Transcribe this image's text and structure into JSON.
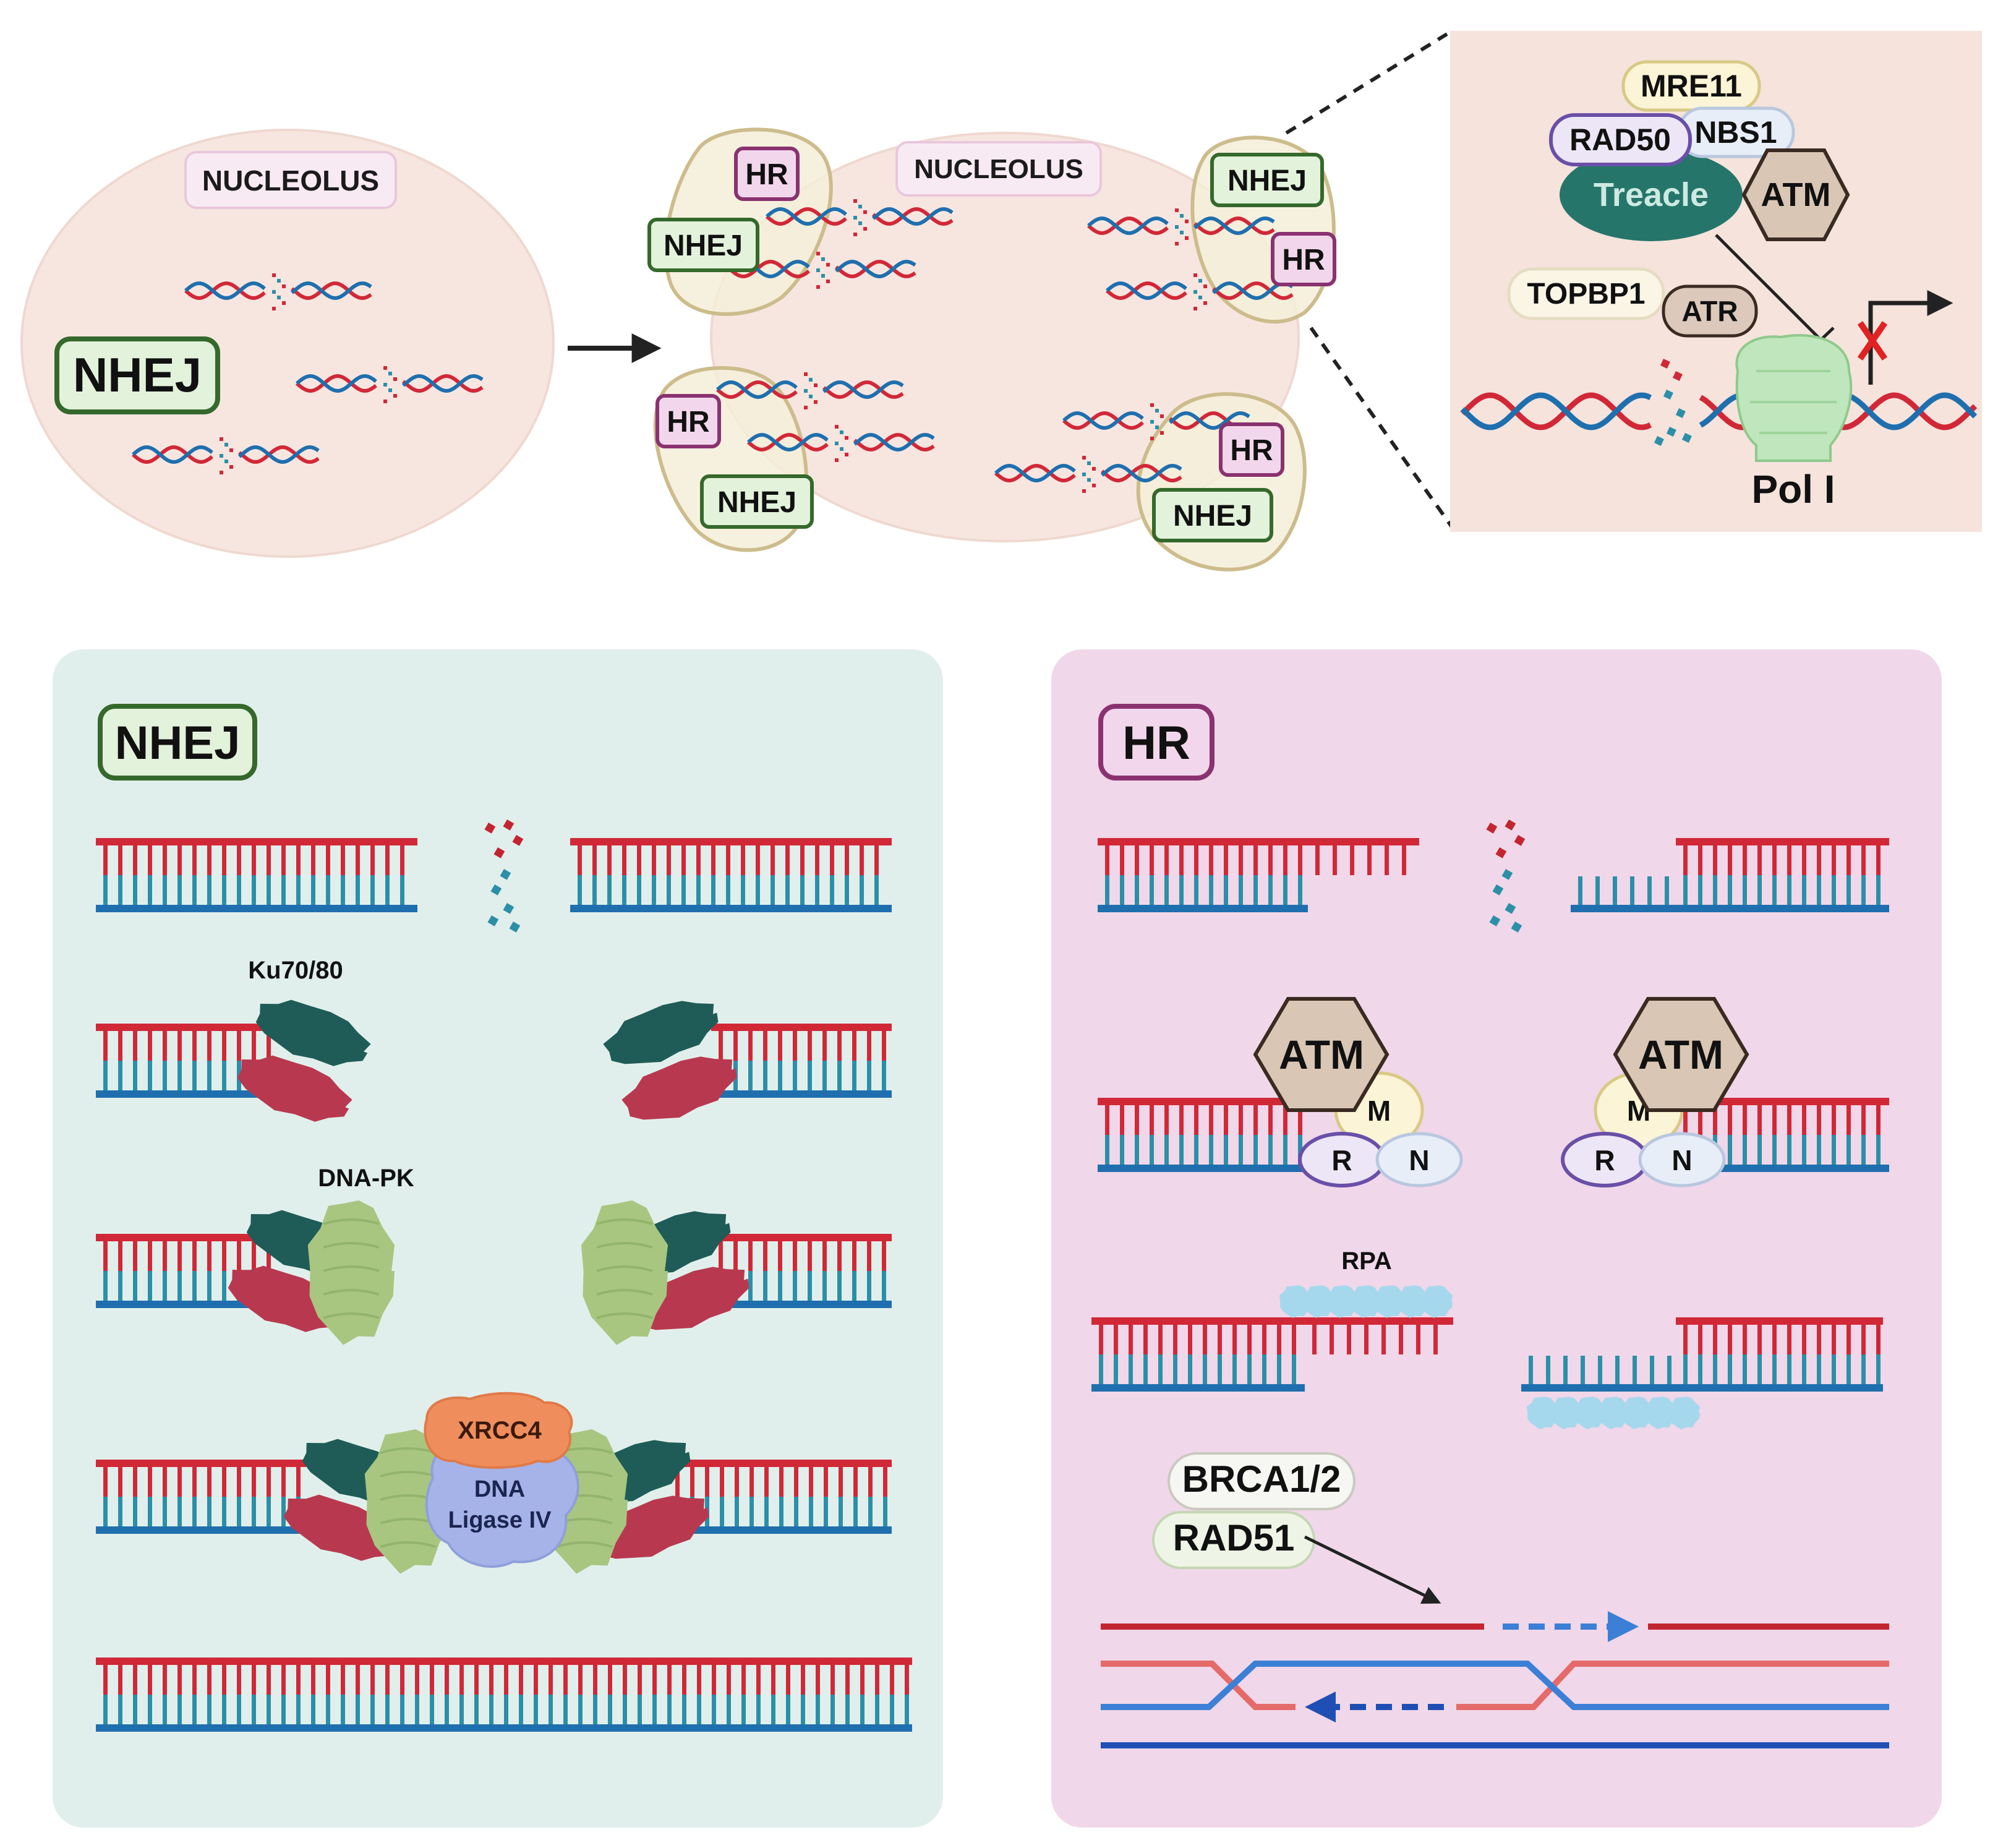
{
  "top": {
    "cell1": {
      "nucleolus_label": "NUCLEOLUS",
      "nhej_label": "NHEJ"
    },
    "cell2": {
      "nucleolus_label": "NUCLEOLUS",
      "caps": {
        "top_left": {
          "hr": "HR",
          "nhej": "NHEJ"
        },
        "top_right": {
          "hr": "HR",
          "nhej": "NHEJ"
        },
        "bottom_left": {
          "hr": "HR",
          "nhej": "NHEJ"
        },
        "bottom_right": {
          "hr": "HR",
          "nhej": "NHEJ"
        }
      }
    },
    "zoom": {
      "mre11": "MRE11",
      "rad50": "RAD50",
      "nbs1": "NBS1",
      "treacle": "Treacle",
      "atm": "ATM",
      "topbp1": "TOPBP1",
      "atr": "ATR",
      "pol1": "Pol I"
    }
  },
  "nhej_panel": {
    "title": "NHEJ",
    "ku_label": "Ku70/80",
    "dnapk_label": "DNA-PK",
    "xrcc4_label": "XRCC4",
    "ligase_line1": "DNA",
    "ligase_line2": "Ligase IV"
  },
  "hr_panel": {
    "title": "HR",
    "atm_left": "ATM",
    "atm_right": "ATM",
    "m_label": "M",
    "r_label": "R",
    "n_label": "N",
    "rpa_label": "RPA",
    "brca_label": "BRCA1/2",
    "rad51_label": "RAD51"
  },
  "colors": {
    "nucleus_fill": "#f7e6e0",
    "nhej_panel_bg": "#e1efec",
    "hr_panel_bg": "#f0d7e9",
    "zoom_bg": "#f5e3dc",
    "dna_red": "#d12837",
    "dna_blue": "#1f6fae",
    "ku_green": "#1f5c57",
    "ku_red": "#b8394f",
    "dnapk_green": "#a8c680",
    "xrcc4_orange": "#ef8e5c",
    "ligase_blue": "#a6b3e8",
    "atm_tan": "#d9c6b4",
    "treacle_teal": "#25756a",
    "rpa_cyan": "#a5d8ec",
    "nhej_tag_fill": "#e3f2db",
    "nhej_tag_border": "#35692c",
    "hr_tag_fill": "#f2d7ec",
    "hr_tag_border": "#8a3270"
  }
}
